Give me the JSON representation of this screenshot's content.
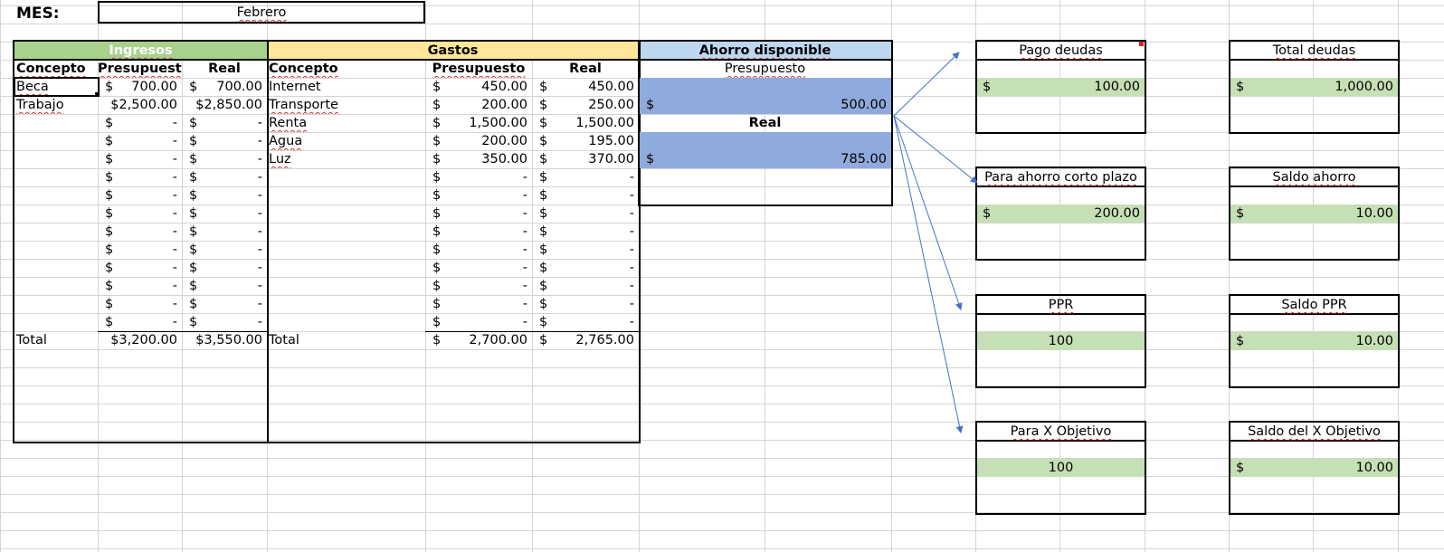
{
  "colors": {
    "ingresos_header": "#a9d18e",
    "gastos_header": "#ffe699",
    "ahorro_header": "#bdd7ee",
    "ahorro_value_fill": "#8faadc",
    "widget_value_fill": "#c5e0b4",
    "arrow": "#4472c4",
    "grid": "#d4d4d4"
  },
  "mes": {
    "label": "MES:",
    "value": "Febrero"
  },
  "ingresos": {
    "title": "Ingresos",
    "headers": [
      "Concepto",
      "Presupuesto",
      "Real"
    ],
    "rows": [
      {
        "concepto": "Beca",
        "presupuesto": "700.00",
        "real": "700.00"
      },
      {
        "concepto": "Trabajo",
        "presupuesto": "$2,500.00",
        "real": "$2,850.00"
      },
      {
        "concepto": "",
        "presupuesto": "-",
        "real": "-"
      },
      {
        "concepto": "",
        "presupuesto": "-",
        "real": "-"
      },
      {
        "concepto": "",
        "presupuesto": "-",
        "real": "-"
      },
      {
        "concepto": "",
        "presupuesto": "-",
        "real": "-"
      },
      {
        "concepto": "",
        "presupuesto": "-",
        "real": "-"
      },
      {
        "concepto": "",
        "presupuesto": "-",
        "real": "-"
      },
      {
        "concepto": "",
        "presupuesto": "-",
        "real": "-"
      },
      {
        "concepto": "",
        "presupuesto": "-",
        "real": "-"
      },
      {
        "concepto": "",
        "presupuesto": "-",
        "real": "-"
      },
      {
        "concepto": "",
        "presupuesto": "-",
        "real": "-"
      },
      {
        "concepto": "",
        "presupuesto": "-",
        "real": "-"
      },
      {
        "concepto": "",
        "presupuesto": "-",
        "real": "-"
      }
    ],
    "total": {
      "label": "Total",
      "presupuesto": "$3,200.00",
      "real": "$3,550.00"
    }
  },
  "gastos": {
    "title": "Gastos",
    "headers": [
      "Concepto",
      "Presupuesto",
      "Real"
    ],
    "rows": [
      {
        "concepto": "Internet",
        "presupuesto": "450.00",
        "real": "450.00"
      },
      {
        "concepto": "Transporte",
        "presupuesto": "200.00",
        "real": "250.00"
      },
      {
        "concepto": "Renta",
        "presupuesto": "1,500.00",
        "real": "1,500.00"
      },
      {
        "concepto": "Agua",
        "presupuesto": "200.00",
        "real": "195.00"
      },
      {
        "concepto": "Luz",
        "presupuesto": "350.00",
        "real": "370.00"
      },
      {
        "concepto": "",
        "presupuesto": "-",
        "real": "-"
      },
      {
        "concepto": "",
        "presupuesto": "-",
        "real": "-"
      },
      {
        "concepto": "",
        "presupuesto": "-",
        "real": "-"
      },
      {
        "concepto": "",
        "presupuesto": "-",
        "real": "-"
      },
      {
        "concepto": "",
        "presupuesto": "-",
        "real": "-"
      },
      {
        "concepto": "",
        "presupuesto": "-",
        "real": "-"
      },
      {
        "concepto": "",
        "presupuesto": "-",
        "real": "-"
      },
      {
        "concepto": "",
        "presupuesto": "-",
        "real": "-"
      },
      {
        "concepto": "",
        "presupuesto": "-",
        "real": "-"
      }
    ],
    "total": {
      "label": "Total",
      "presupuesto": "2,700.00",
      "real": "2,765.00"
    }
  },
  "ahorro": {
    "title": "Ahorro disponible",
    "presupuesto_label": "Presupuesto",
    "presupuesto_value": "500.00",
    "real_label": "Real",
    "real_value": "785.00"
  },
  "currency_symbol": "$",
  "widgets": [
    {
      "id": "pago-deudas",
      "title": "Pago deudas",
      "value": "100.00",
      "dollar": true
    },
    {
      "id": "total-deudas",
      "title": "Total deudas",
      "value": "1,000.00",
      "dollar": true
    },
    {
      "id": "ahorro-corto-plazo",
      "title": "Para ahorro corto plazo",
      "value": "200.00",
      "dollar": true
    },
    {
      "id": "saldo-ahorro",
      "title": "Saldo ahorro",
      "value": "10.00",
      "dollar": true
    },
    {
      "id": "ppr",
      "title": "PPR",
      "value": "100",
      "dollar": false
    },
    {
      "id": "saldo-ppr",
      "title": "Saldo PPR",
      "value": "10.00",
      "dollar": true
    },
    {
      "id": "x-objetivo",
      "title": "Para X Objetivo",
      "value": "100",
      "dollar": false
    },
    {
      "id": "saldo-x-objetivo",
      "title": "Saldo del X Objetivo",
      "value": "10.00",
      "dollar": true
    }
  ]
}
